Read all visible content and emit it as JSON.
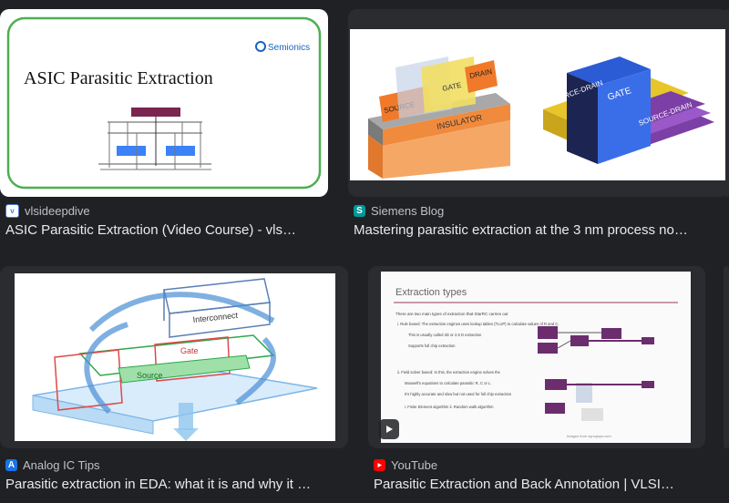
{
  "results": [
    {
      "source": "vlsideepdive",
      "favicon": "vlsi-icon",
      "title": "ASIC Parasitic Extraction (Video Course) - vls…",
      "thumb_heading": "ASIC Parasitic Extraction",
      "thumb_logo": "Semionics"
    },
    {
      "source": "Siemens Blog",
      "favicon": "siemens-s-icon",
      "title": "Mastering parasitic extraction at the 3 nm process no…",
      "thumb_labels": [
        "SOURCE",
        "GATE",
        "DRAIN",
        "INSULATOR",
        "SOURCE-DRAIN",
        "GATE",
        "SOURCE-DRAIN"
      ]
    },
    {
      "source": "Analog IC Tips",
      "favicon": "analog-ic-tips-icon",
      "title": "Parasitic extraction in EDA: what it is and why it …",
      "thumb_labels": [
        "Interconnect",
        "Gate",
        "Source"
      ]
    },
    {
      "source": "YouTube",
      "favicon": "youtube-icon",
      "title": "Parasitic Extraction and Back Annotation | VLSI…",
      "thumb_heading": "Extraction types",
      "thumb_intro": "There are two main types of extraction that StarRC carries out",
      "thumb_lines": [
        "i.    Rule based: The extraction engines uses lookup tables (TLUP) to calculate values of R and C.",
        "This is usually called 2D or 2.5 D extraction",
        "Supports full chip extraction",
        "ii. Field solver based: In this, the extraction engine solves the",
        "Maxwell's equations to calculate parasitic R, C or L.",
        "It's highly accurate and slow but not used for full chip extraction",
        "i. Finite Element algorithm ii. Random walk algorithm"
      ],
      "thumb_caption": "Images from synopsys.com"
    }
  ],
  "colors": {
    "background": "#202124",
    "youtube_red": "#ff0000",
    "siemens_teal": "#009999",
    "analog_blue": "#1a73e8"
  }
}
